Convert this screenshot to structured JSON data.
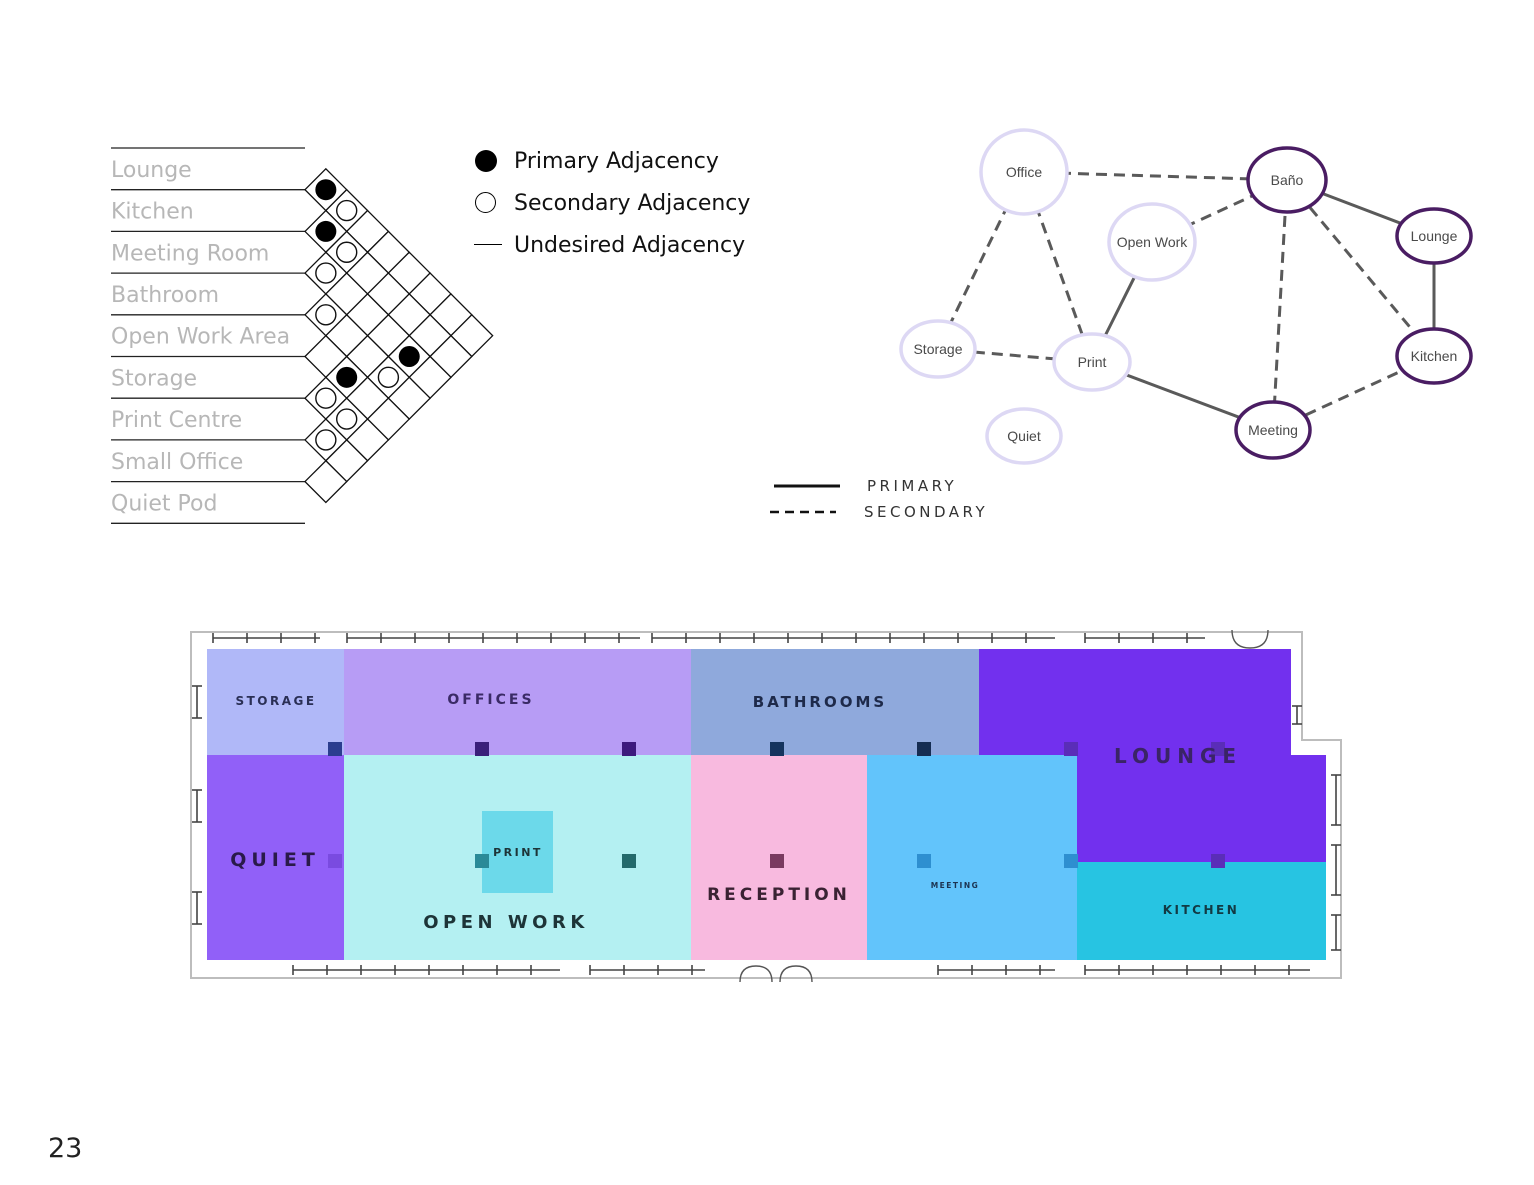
{
  "matrix": {
    "rooms": [
      "Lounge",
      "Kitchen",
      "Meeting Room",
      "Bathroom",
      "Open Work Area",
      "Storage",
      "Print Centre",
      "Small Office",
      "Quiet Pod"
    ],
    "marks": [
      {
        "a": 0,
        "b": 1,
        "type": "primary"
      },
      {
        "a": 0,
        "b": 2,
        "type": "secondary"
      },
      {
        "a": 1,
        "b": 2,
        "type": "primary"
      },
      {
        "a": 1,
        "b": 3,
        "type": "secondary"
      },
      {
        "a": 2,
        "b": 3,
        "type": "secondary"
      },
      {
        "a": 3,
        "b": 4,
        "type": "secondary"
      },
      {
        "a": 2,
        "b": 7,
        "type": "primary"
      },
      {
        "a": 4,
        "b": 6,
        "type": "primary"
      },
      {
        "a": 3,
        "b": 7,
        "type": "secondary"
      },
      {
        "a": 5,
        "b": 6,
        "type": "secondary"
      },
      {
        "a": 5,
        "b": 7,
        "type": "secondary"
      },
      {
        "a": 6,
        "b": 7,
        "type": "secondary"
      }
    ]
  },
  "legend": {
    "primary": "Primary Adjacency",
    "secondary": "Secondary Adjacency",
    "undesired": "Undesired Adjacency"
  },
  "bubble_diagram": {
    "nodes": [
      {
        "id": "office",
        "label": "Office",
        "tone": "light"
      },
      {
        "id": "bano",
        "label": "Baño",
        "tone": "dark"
      },
      {
        "id": "openwork",
        "label": "Open Work",
        "tone": "light"
      },
      {
        "id": "lounge",
        "label": "Lounge",
        "tone": "dark"
      },
      {
        "id": "storage",
        "label": "Storage",
        "tone": "light"
      },
      {
        "id": "print",
        "label": "Print",
        "tone": "light"
      },
      {
        "id": "kitchen",
        "label": "Kitchen",
        "tone": "dark"
      },
      {
        "id": "quiet",
        "label": "Quiet",
        "tone": "light"
      },
      {
        "id": "meeting",
        "label": "Meeting",
        "tone": "dark"
      }
    ],
    "edges": [
      {
        "from": "office",
        "to": "bano",
        "type": "secondary"
      },
      {
        "from": "office",
        "to": "storage",
        "type": "secondary"
      },
      {
        "from": "office",
        "to": "print",
        "type": "secondary"
      },
      {
        "from": "openwork",
        "to": "bano",
        "type": "secondary"
      },
      {
        "from": "openwork",
        "to": "print",
        "type": "primary"
      },
      {
        "from": "bano",
        "to": "lounge",
        "type": "primary"
      },
      {
        "from": "bano",
        "to": "kitchen",
        "type": "secondary"
      },
      {
        "from": "bano",
        "to": "meeting",
        "type": "secondary"
      },
      {
        "from": "lounge",
        "to": "kitchen",
        "type": "primary"
      },
      {
        "from": "storage",
        "to": "print",
        "type": "secondary"
      },
      {
        "from": "print",
        "to": "meeting",
        "type": "primary"
      },
      {
        "from": "meeting",
        "to": "kitchen",
        "type": "secondary"
      }
    ],
    "line_legend": {
      "primary": "PRIMARY",
      "secondary": "SECONDARY"
    }
  },
  "floor_plan": {
    "zones": [
      {
        "id": "storage",
        "label": "STORAGE",
        "color": "#b0b8f8"
      },
      {
        "id": "offices",
        "label": "OFFICES",
        "color": "#b79cf5"
      },
      {
        "id": "bathrooms",
        "label": "BATHROOMS",
        "color": "#8fa9dc"
      },
      {
        "id": "lounge",
        "label": "LOUNGE",
        "color": "#7230ee"
      },
      {
        "id": "quiet",
        "label": "QUIET",
        "color": "#9160f8"
      },
      {
        "id": "openwork",
        "label": "OPEN WORK",
        "color": "#b4f0f2"
      },
      {
        "id": "print",
        "label": "PRINT",
        "color": "#6cd9ea"
      },
      {
        "id": "reception",
        "label": "RECEPTION",
        "color": "#f8badf"
      },
      {
        "id": "meeting",
        "label": "MEETING",
        "color": "#62c4fb"
      },
      {
        "id": "kitchen",
        "label": "KITCHEN",
        "color": "#27c4e2"
      }
    ]
  },
  "page_number": "23"
}
